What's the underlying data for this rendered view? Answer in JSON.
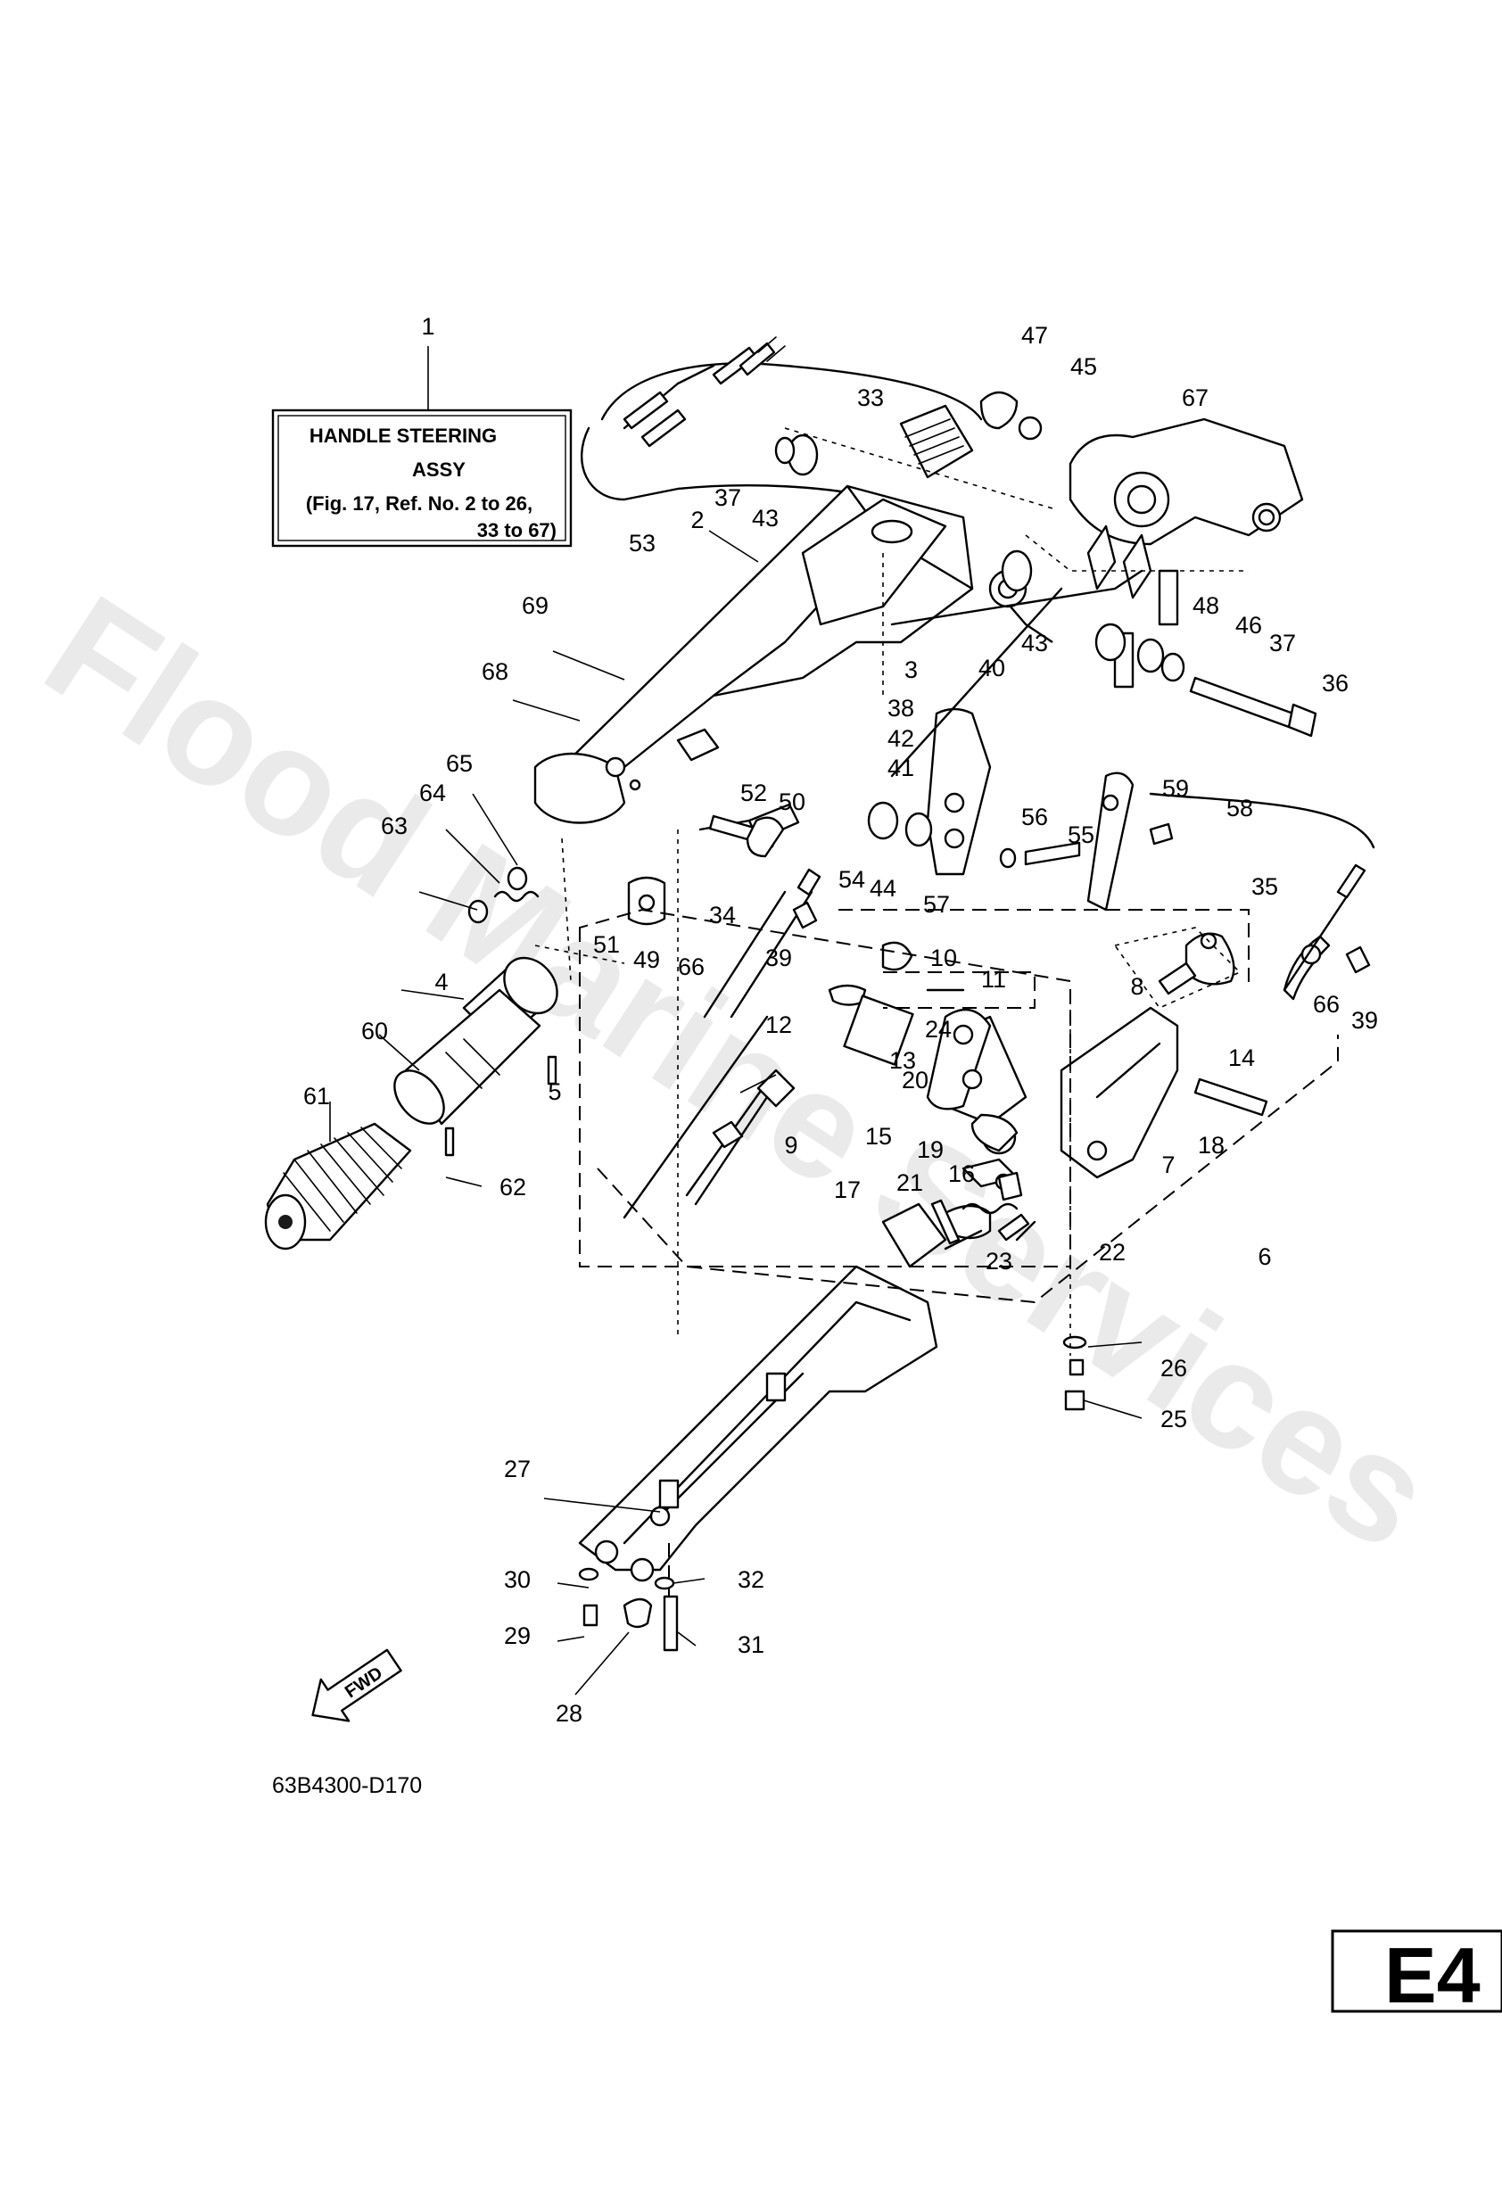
{
  "watermark": "Flood Marine Services",
  "note_box": {
    "line1": "HANDLE STEERING",
    "line2": "ASSY",
    "line3": "(Fig. 17, Ref. No. 2 to 26,",
    "line4": "33 to 67)"
  },
  "drawing_code": "63B4300-D170",
  "fwd_label": "FWD",
  "page_tag": "E4",
  "callouts": {
    "c1": "1",
    "c2": "2",
    "c3": "3",
    "c4": "4",
    "c5": "5",
    "c6": "6",
    "c7": "7",
    "c8": "8",
    "c9": "9",
    "c10": "10",
    "c11": "11",
    "c12": "12",
    "c13": "13",
    "c14": "14",
    "c15": "15",
    "c16": "16",
    "c17": "17",
    "c18": "18",
    "c19": "19",
    "c20": "20",
    "c21": "21",
    "c22": "22",
    "c23": "23",
    "c24": "24",
    "c25": "25",
    "c26": "26",
    "c27": "27",
    "c28": "28",
    "c29": "29",
    "c30": "30",
    "c31": "31",
    "c32": "32",
    "c33": "33",
    "c34": "34",
    "c35": "35",
    "c36": "36",
    "c37a": "37",
    "c37b": "37",
    "c38": "38",
    "c39a": "39",
    "c39b": "39",
    "c40": "40",
    "c41": "41",
    "c42": "42",
    "c43a": "43",
    "c43b": "43",
    "c44": "44",
    "c45": "45",
    "c46": "46",
    "c47": "47",
    "c48": "48",
    "c49": "49",
    "c50": "50",
    "c51": "51",
    "c52": "52",
    "c53": "53",
    "c54": "54",
    "c55": "55",
    "c56": "56",
    "c57": "57",
    "c58": "58",
    "c59": "59",
    "c60": "60",
    "c61": "61",
    "c62": "62",
    "c63": "63",
    "c64": "64",
    "c65": "65",
    "c66a": "66",
    "c66b": "66",
    "c67": "67",
    "c68": "68",
    "c69": "69"
  }
}
